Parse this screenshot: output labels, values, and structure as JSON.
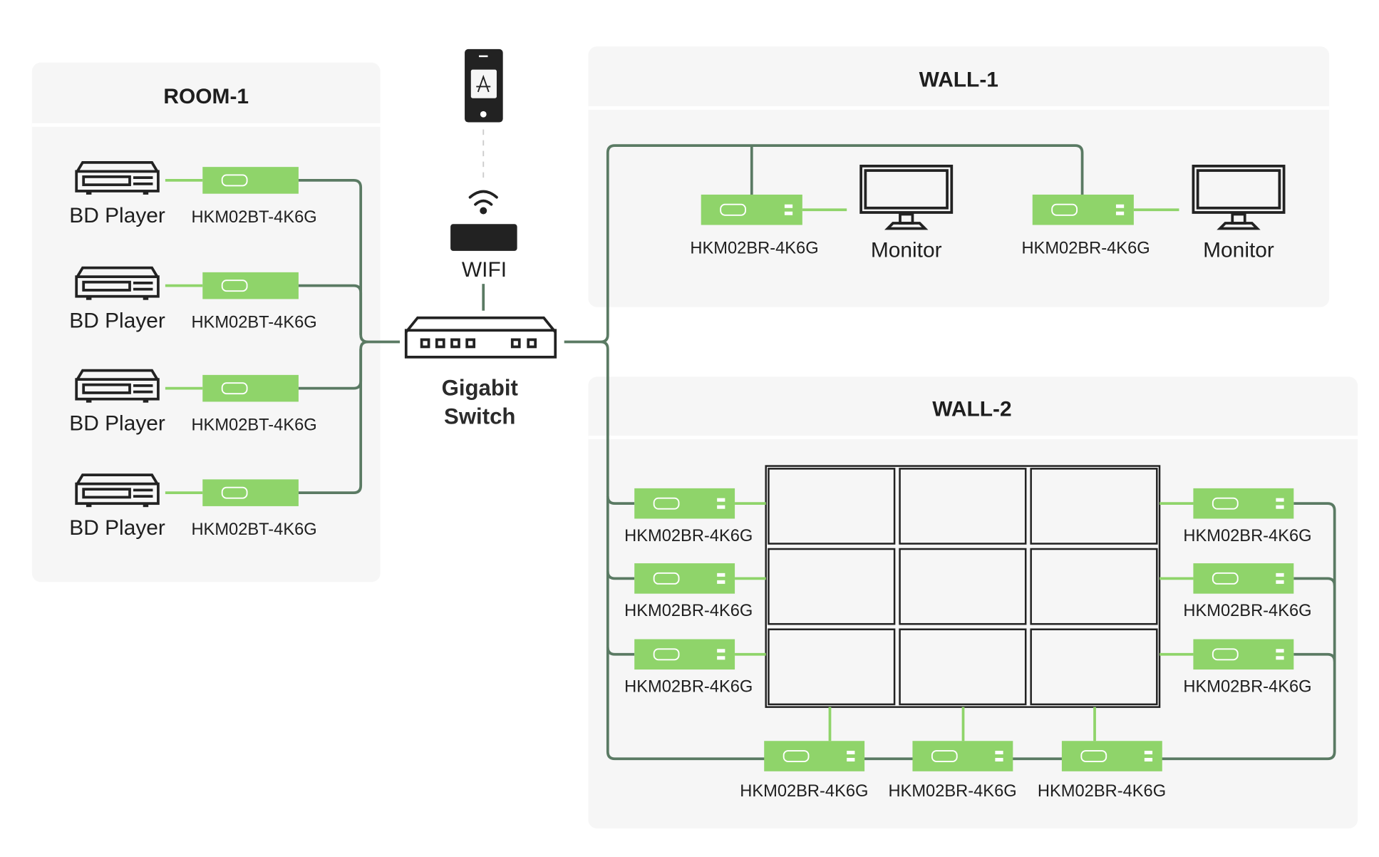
{
  "colors": {
    "panel": "#f6f6f6",
    "network_line": "#5a7a63",
    "hdmi_line": "#8fd46a",
    "device_box": "#8fd46a",
    "icon": "#222222"
  },
  "room1": {
    "title": "ROOM-1",
    "rows": [
      {
        "source": "BD Player",
        "device": "HKM02BT-4K6G"
      },
      {
        "source": "BD Player",
        "device": "HKM02BT-4K6G"
      },
      {
        "source": "BD Player",
        "device": "HKM02BT-4K6G"
      },
      {
        "source": "BD Player",
        "device": "HKM02BT-4K6G"
      }
    ]
  },
  "center": {
    "phone_icon": "phone-app-store-icon",
    "wifi_label": "WIFI",
    "switch_label_line1": "Gigabit",
    "switch_label_line2": "Switch"
  },
  "wall1": {
    "title": "WALL-1",
    "rows": [
      {
        "device": "HKM02BR-4K6G",
        "display": "Monitor"
      },
      {
        "device": "HKM02BR-4K6G",
        "display": "Monitor"
      }
    ]
  },
  "wall2": {
    "title": "WALL-2",
    "grid": {
      "rows": 3,
      "cols": 3
    },
    "left_devices": [
      "HKM02BR-4K6G",
      "HKM02BR-4K6G",
      "HKM02BR-4K6G"
    ],
    "right_devices": [
      "HKM02BR-4K6G",
      "HKM02BR-4K6G",
      "HKM02BR-4K6G"
    ],
    "bottom_devices": [
      "HKM02BR-4K6G",
      "HKM02BR-4K6G",
      "HKM02BR-4K6G"
    ]
  }
}
